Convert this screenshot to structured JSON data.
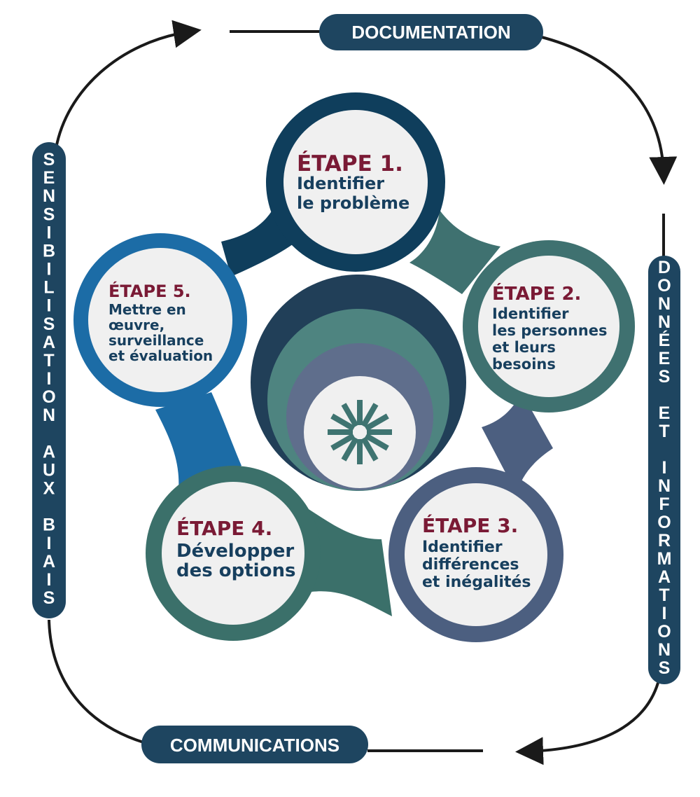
{
  "cycle_labels": {
    "top": "DOCUMENTATION",
    "bottom": "COMMUNICATIONS",
    "left": "SENSIBILISATION AUX BIAIS",
    "right": "DONNÉES ET INFORMATIONS"
  },
  "steps": [
    {
      "title": "ÉTAPE 1.",
      "lines": [
        "Identifier",
        "le problème"
      ],
      "color": "#0f3e5c"
    },
    {
      "title": "ÉTAPE 2.",
      "lines": [
        "Identifier",
        "les personnes",
        "et leurs",
        "besoins"
      ],
      "color": "#3f7170"
    },
    {
      "title": "ÉTAPE 3.",
      "lines": [
        "Identifier",
        "différences",
        "et inégalités"
      ],
      "color": "#4c5f80"
    },
    {
      "title": "ÉTAPE 4.",
      "lines": [
        "Développer",
        "des options"
      ],
      "color": "#3b706a"
    },
    {
      "title": "ÉTAPE 5.",
      "lines": [
        "Mettre en",
        "œuvre,",
        "surveillance",
        "et évaluation"
      ],
      "color": "#1c6ca6"
    }
  ],
  "colors": {
    "pill": "#1e4560",
    "arrow": "#1a1a1a",
    "step_title": "#7a1a35",
    "step_text": "#173f5e",
    "inner_disc": "#f0f0f0",
    "center_ring_outer": "#213f58",
    "center_ring_2": "#4e8480",
    "center_ring_3": "#5f6e8c",
    "center_star": "#3f7471"
  },
  "icons": {
    "center": "asterisk-starburst-icon"
  }
}
